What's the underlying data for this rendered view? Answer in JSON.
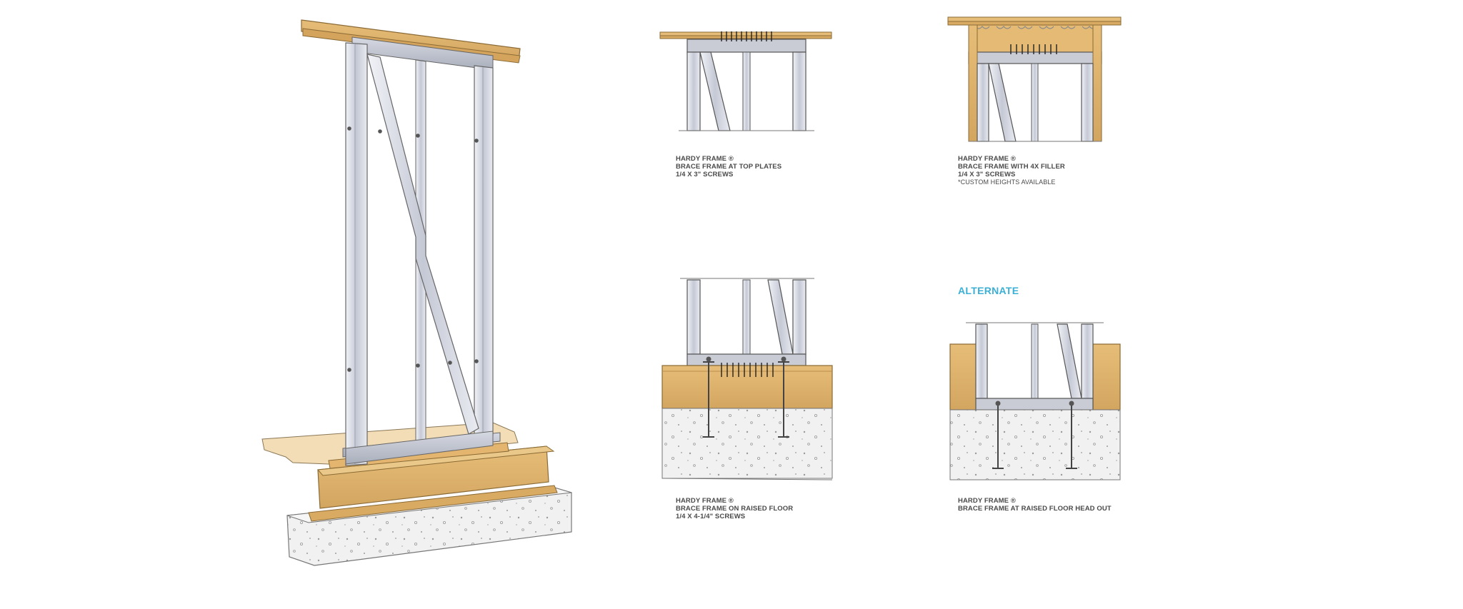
{
  "colors": {
    "lumber": "#dcb06a",
    "lumber_dark": "#b88e4c",
    "steel_light": "#eef0f6",
    "steel_mid": "#c6cad6",
    "steel_dark": "#9aa0b0",
    "concrete": "#efefef",
    "outline": "#555555",
    "accent": "#3bb0d6"
  },
  "alternate_label": "ALTERNATE",
  "captions": {
    "top_plates": {
      "line1": "HARDY FRAME ®",
      "line2": "BRACE FRAME AT TOP PLATES",
      "line3": "1/4 X 3\" SCREWS"
    },
    "filler": {
      "line1": "HARDY FRAME ®",
      "line2": "BRACE FRAME WITH 4X FILLER",
      "line3": "1/4 X 3\" SCREWS",
      "note": "*CUSTOM HEIGHTS AVAILABLE"
    },
    "raised_floor": {
      "line1": "HARDY FRAME ®",
      "line2": "BRACE FRAME ON RAISED FLOOR",
      "line3": "1/4 X 4-1/4\" SCREWS"
    },
    "head_out": {
      "line1": "HARDY FRAME ®",
      "line2": "BRACE FRAME AT RAISED FLOOR HEAD OUT"
    }
  }
}
